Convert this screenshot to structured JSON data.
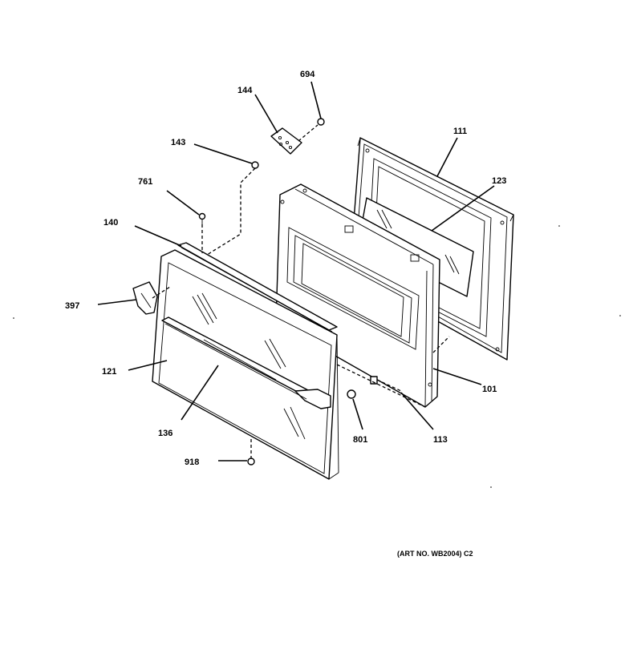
{
  "diagram": {
    "art_number": "(ART NO. WB2004) C2",
    "callouts": {
      "p694": "694",
      "p144": "144",
      "p143": "143",
      "p111": "111",
      "p123": "123",
      "p761": "761",
      "p140": "140",
      "p397": "397",
      "p121": "121",
      "p101": "101",
      "p136": "136",
      "p801": "801",
      "p113": "113",
      "p918": "918"
    }
  }
}
